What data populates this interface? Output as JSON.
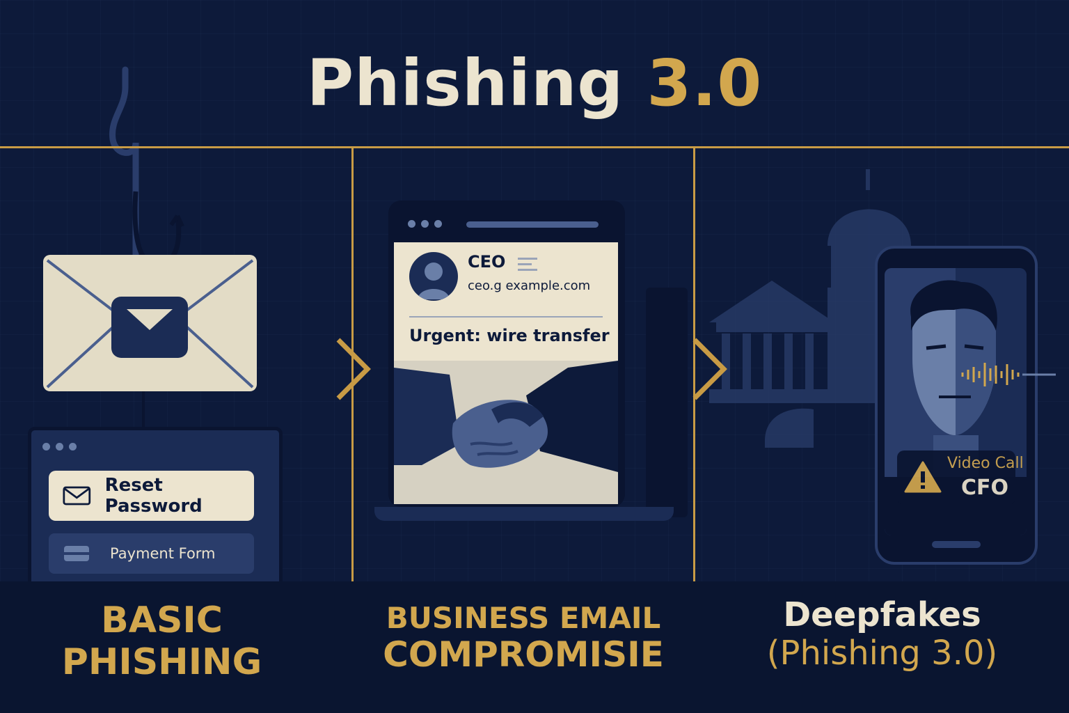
{
  "header": {
    "title_main": "Phishing",
    "title_accent": "3.0"
  },
  "panel_basic": {
    "label_line1": "BASIC",
    "label_line2": "PHISHING",
    "reset_button": "Reset Password",
    "payment_button": "Payment Form"
  },
  "panel_bec": {
    "sender_name": "CEO",
    "sender_email": "ceo.g example.com",
    "subject": "Urgent: wire transfer",
    "label_line1": "BUSINESS EMAIL",
    "label_line2": "COMPROMISIE"
  },
  "panel_deepfake": {
    "call_type": "Video Call",
    "caller": "CFO",
    "label_line1": "Deepfakes",
    "label_line2": "(Phishing 3.0)"
  },
  "colors": {
    "background": "#0d1a3a",
    "gold": "#d2a74e",
    "cream": "#ece4cf",
    "navy": "#1b2c55"
  },
  "icons": [
    "fish-hook-icon",
    "envelope-icon",
    "mail-icon",
    "card-icon",
    "chevron-right-icon",
    "user-avatar-icon",
    "handshake-icon",
    "capitol-building-icon",
    "warning-icon",
    "audio-wave-icon"
  ]
}
